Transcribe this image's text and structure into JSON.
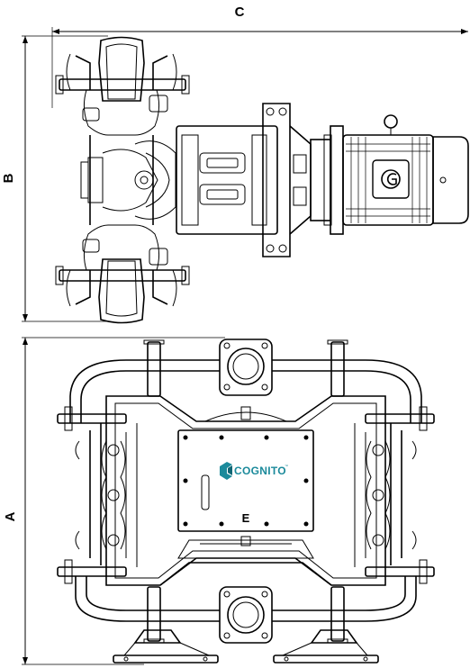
{
  "dimensions": {
    "a": "A",
    "b": "B",
    "c": "C",
    "e": "E"
  },
  "logo": {
    "text": "COGNITO",
    "trademark": "™",
    "color": "#1b8a9b"
  }
}
